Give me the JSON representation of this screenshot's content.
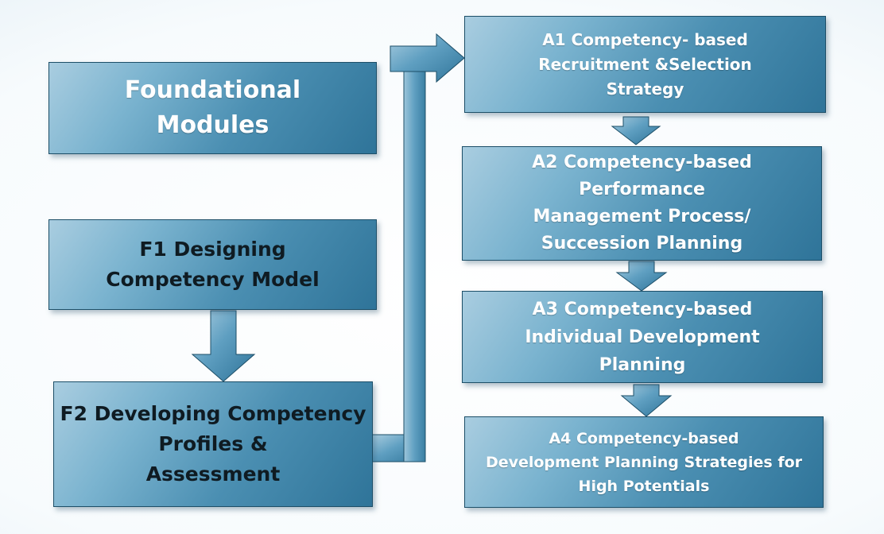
{
  "diagram": {
    "foundational": {
      "label": "Foundational\nModules"
    },
    "f1": {
      "label": "F1 Designing\nCompetency Model"
    },
    "f2": {
      "label": "F2 Developing Competency\nProfiles &\nAssessment"
    },
    "a1": {
      "label": "A1 Competency- based\nRecruitment &Selection\nStrategy"
    },
    "a2": {
      "label": "A2 Competency-based\nPerformance\nManagement  Process/\nSuccession Planning"
    },
    "a3": {
      "label": "A3 Competency-based\nIndividual Development\nPlanning"
    },
    "a4": {
      "label": "A4 Competency-based\nDevelopment Planning Strategies for\nHigh Potentials"
    }
  },
  "colors": {
    "box_light": "#a9cde0",
    "box_dark": "#2f7499",
    "border": "#1d4f68",
    "light_text": "#ffffff",
    "dark_text": "#0f1b22"
  }
}
